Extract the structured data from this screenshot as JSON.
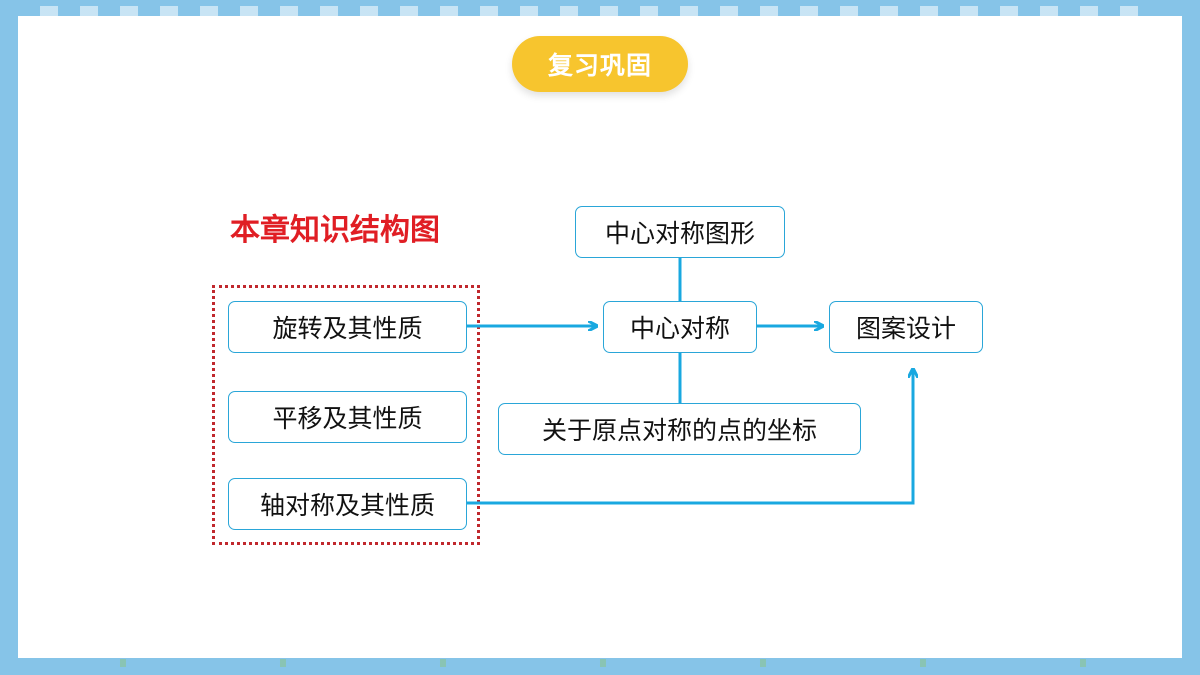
{
  "header": {
    "badge": "复习巩固"
  },
  "diagram": {
    "title": "本章知识结构图",
    "nodes": {
      "rotation": "旋转及其性质",
      "translation": "平移及其性质",
      "axial": "轴对称及其性质",
      "central_figure": "中心对称图形",
      "central": "中心对称",
      "origin_coords": "关于原点对称的点的坐标",
      "pattern": "图案设计"
    }
  },
  "colors": {
    "frame": "#86c4e8",
    "badge": "#f7c52e",
    "title": "#e01e24",
    "node_border": "#2aa6d8",
    "arrow": "#19a8e0",
    "group_border": "#c0282d"
  }
}
